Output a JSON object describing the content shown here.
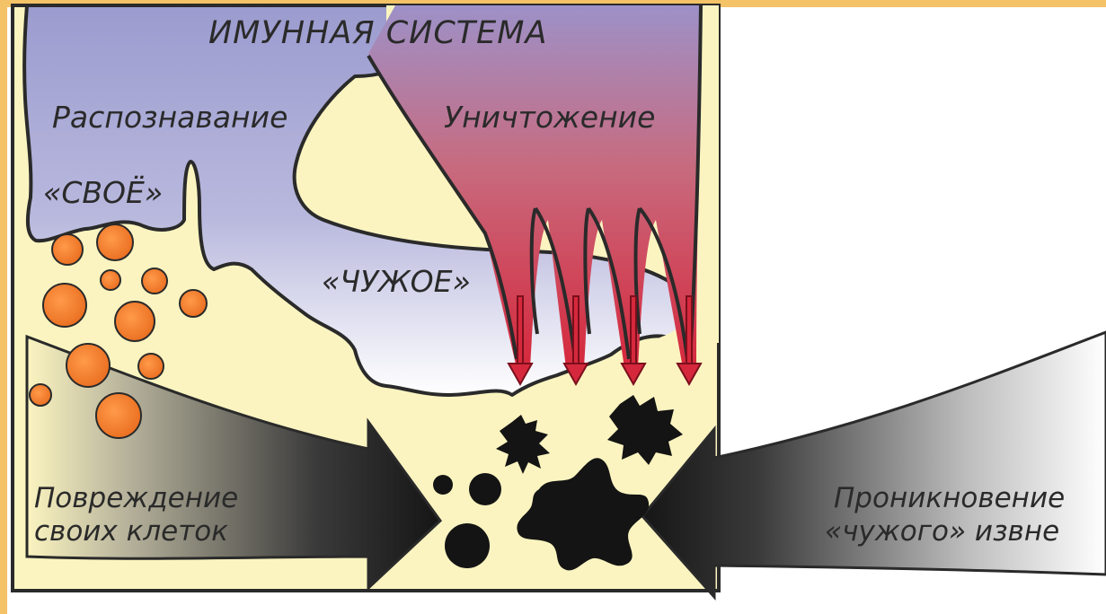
{
  "diagram": {
    "title": "ИМУННАЯ СИСТЕМА",
    "labels": {
      "recognition": "Распознавание",
      "destruction": "Уничтожение",
      "self": "«СВОЁ»",
      "foreign": "«ЧУЖОЕ»",
      "damage_line1": "Повреждение",
      "damage_line2": "своих клеток",
      "penetration_line1": "Проникновение",
      "penetration_line2": "«чужого» извне"
    },
    "colors": {
      "frame_outer": "#f4c267",
      "panel": "#fbf4c0",
      "immune_cloud": "#a9a9d6",
      "destruction_red": "#c8283c",
      "self_cells": "#f07a2a",
      "foreign_cells": "#141414"
    }
  }
}
